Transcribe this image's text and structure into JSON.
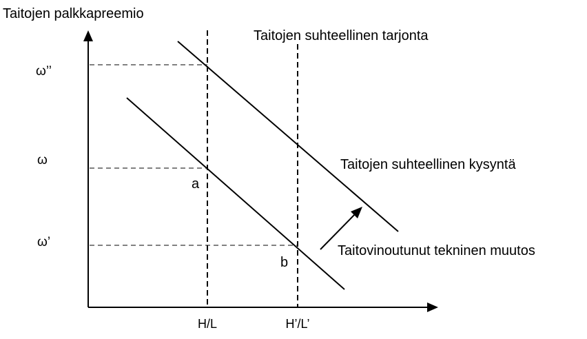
{
  "labels": {
    "y_axis_title": "Taitojen palkkapreemio",
    "supply_label": "Taitojen suhteellinen tarjonta",
    "demand_label": "Taitojen suhteellinen kysyntä",
    "shift_label": "Taitovinoutunut tekninen muutos",
    "omega_high": "ω’’",
    "omega_mid": "ω",
    "omega_low": "ω’",
    "point_a": "a",
    "point_b": "b",
    "x_tick_1": "H/L",
    "x_tick_2": "H’/L’"
  },
  "colors": {
    "line": "#000000",
    "guide": "#808080"
  }
}
